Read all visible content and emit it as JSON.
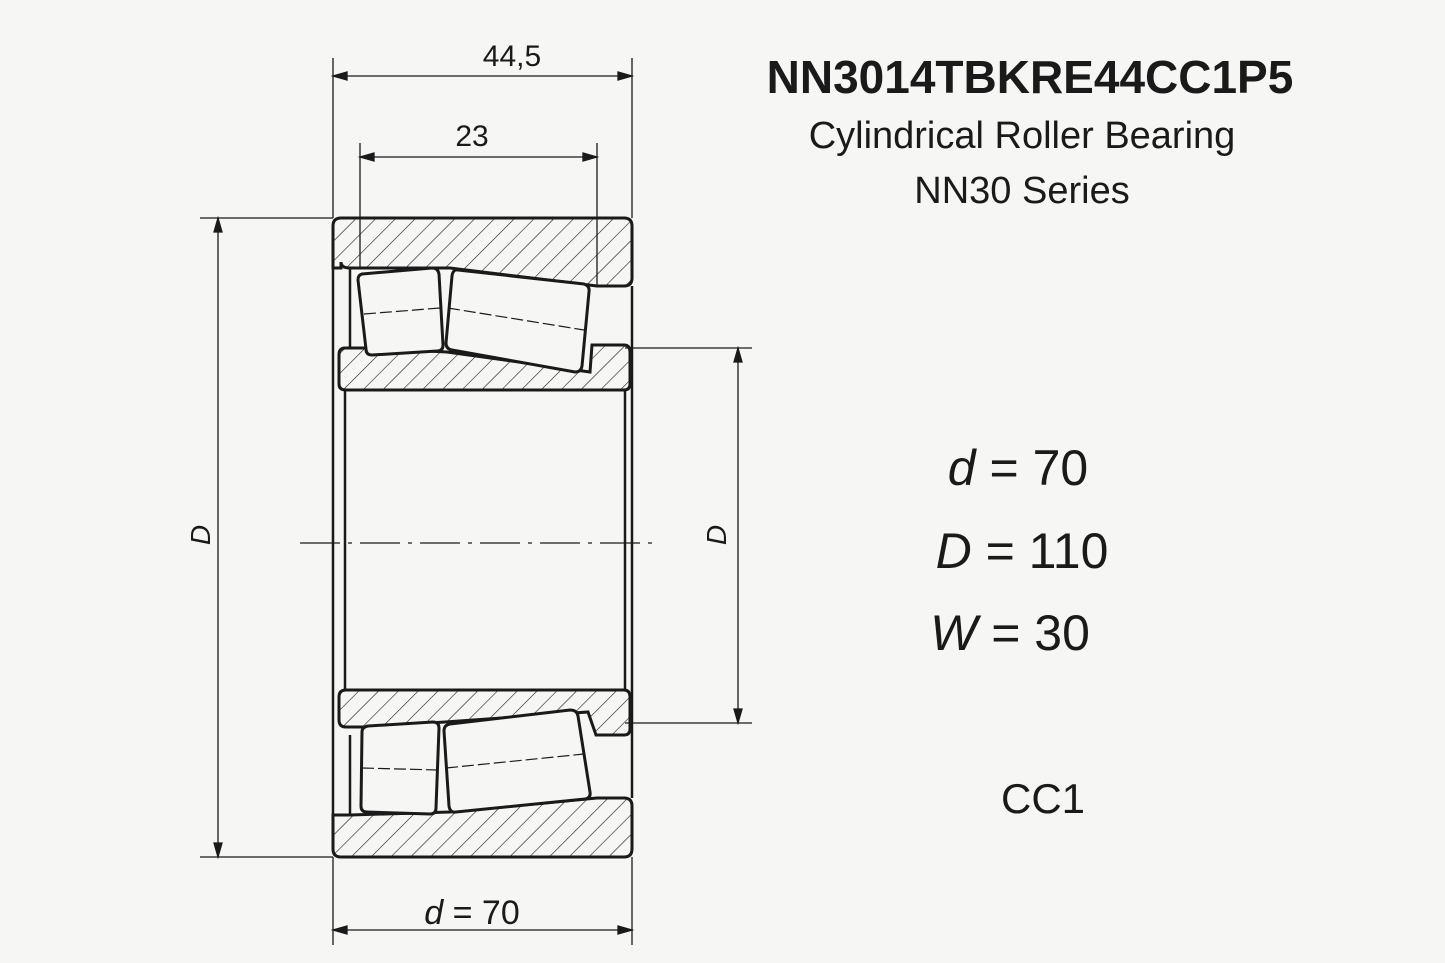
{
  "title": {
    "part_number": "NN3014TBKRE44CC1P5",
    "type": "Cylindrical Roller Bearing",
    "series": "NN30 Series"
  },
  "dimensions": {
    "overall_width": "44,5",
    "inner_width": "23",
    "outer_diameter_label": "D",
    "bore_label": "D",
    "bottom_label_var": "d",
    "bottom_label_eq": "= 70"
  },
  "specs": [
    {
      "var": "d",
      "eq": "= 70"
    },
    {
      "var": "D",
      "eq": "= 110"
    },
    {
      "var": "W",
      "eq": "= 30"
    }
  ],
  "clearance": "CC1"
}
